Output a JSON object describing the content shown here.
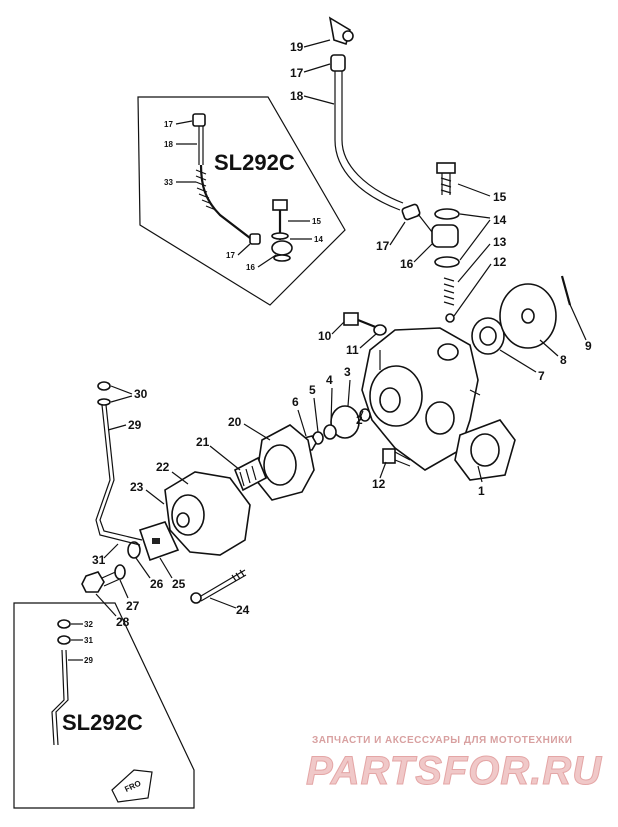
{
  "inset_top": {
    "model": "SL292C",
    "labels": [
      "17",
      "18",
      "33",
      "15",
      "14",
      "16",
      "17"
    ]
  },
  "inset_bottom": {
    "model": "SL292C",
    "labels": [
      "32",
      "31",
      "29"
    ]
  },
  "callouts": {
    "p1": "1",
    "p2": "2",
    "p3": "3",
    "p4": "4",
    "p5": "5",
    "p6": "6",
    "p7": "7",
    "p8": "8",
    "p9": "9",
    "p10": "10",
    "p11": "11",
    "p12a": "12",
    "p12b": "12",
    "p13": "13",
    "p14": "14",
    "p15": "15",
    "p16": "16",
    "p17a": "17",
    "p17b": "17",
    "p18": "18",
    "p19": "19",
    "p20": "20",
    "p21": "21",
    "p22": "22",
    "p23": "23",
    "p24": "24",
    "p25": "25",
    "p26": "26",
    "p27": "27",
    "p28": "28",
    "p29": "29",
    "p30": "30",
    "p31": "31"
  },
  "front_marker": "FRO",
  "watermark": {
    "tagline": "ЗАПЧАСТИ И АКСЕССУАРЫ ДЛЯ МОТОТЕХНИКИ",
    "logo": "PARTSFOR.RU"
  }
}
